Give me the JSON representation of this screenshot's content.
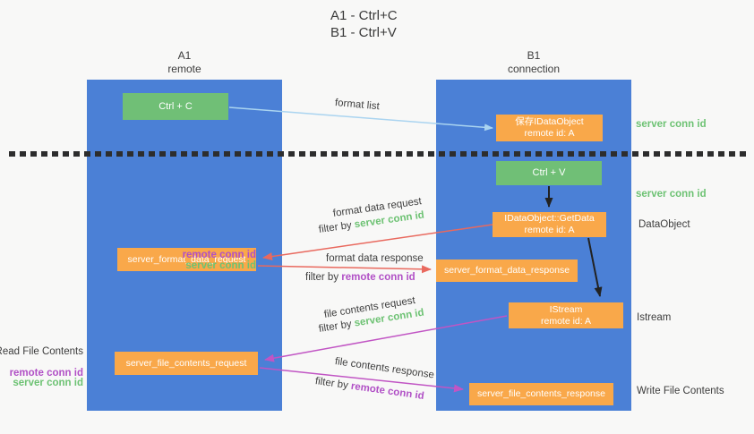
{
  "colors": {
    "column_blue": "#4b80d6",
    "node_orange": "#f9a84a",
    "node_green": "#70bf76",
    "label_green": "#6dc273",
    "label_purple": "#b150c6",
    "arrow_lightblue": "#aad4f0",
    "arrow_red": "#e9695e",
    "arrow_magenta": "#c155c4",
    "arrow_black": "#222222",
    "divider_black": "#2d2d2d",
    "text_dark": "#3d3d3d",
    "background": "#f8f8f7"
  },
  "title": {
    "line1": "A1 - Ctrl+C",
    "line2": "B1 - Ctrl+V"
  },
  "columns": {
    "a": {
      "name": "A1",
      "role": "remote"
    },
    "b": {
      "name": "B1",
      "role": "connection"
    }
  },
  "nodes": {
    "ctrl_c": {
      "label": "Ctrl + C"
    },
    "ctrl_v": {
      "label": "Ctrl + V"
    },
    "save_dataobject": {
      "line1": "保存IDataObject",
      "line2": "remote id: A"
    },
    "getdata": {
      "line1": "IDataObject::GetData",
      "line2": "remote id: A"
    },
    "istream": {
      "line1": "IStream",
      "line2": "remote id: A"
    },
    "format_request": {
      "label": "server_format_data_request"
    },
    "format_response": {
      "label": "server_format_data_response"
    },
    "file_request": {
      "label": "server_file_contents_request"
    },
    "file_response": {
      "label": "server_file_contents_response"
    }
  },
  "arrow_labels": {
    "format_list": "format list",
    "format_data_request": "format data request",
    "format_data_request_filter": {
      "prefix": "filter by ",
      "highlight": "server conn id"
    },
    "format_data_response": "format data response",
    "format_data_response_filter": {
      "prefix": "filter by ",
      "highlight": "remote conn id"
    },
    "file_contents_request": "file contents request",
    "file_contents_request_filter": {
      "prefix": "filter by ",
      "highlight": "server conn id"
    },
    "file_contents_response": "file contents response",
    "file_contents_response_filter": {
      "prefix": "filter by ",
      "highlight": "remote conn id"
    }
  },
  "side_labels": {
    "right_server_conn_id_top": "server conn id",
    "right_server_conn_id_mid": "server conn id",
    "right_dataobject": "DataObject",
    "right_istream": "Istream",
    "right_write_file_contents": "Write File Contents",
    "left_remote_conn_id_top": "remote conn id",
    "left_server_conn_id_top": "server conn id",
    "left_read_file_contents": "Read File Contents",
    "left_remote_conn_id_bottom": "remote conn id",
    "left_server_conn_id_bottom": "server conn id"
  }
}
